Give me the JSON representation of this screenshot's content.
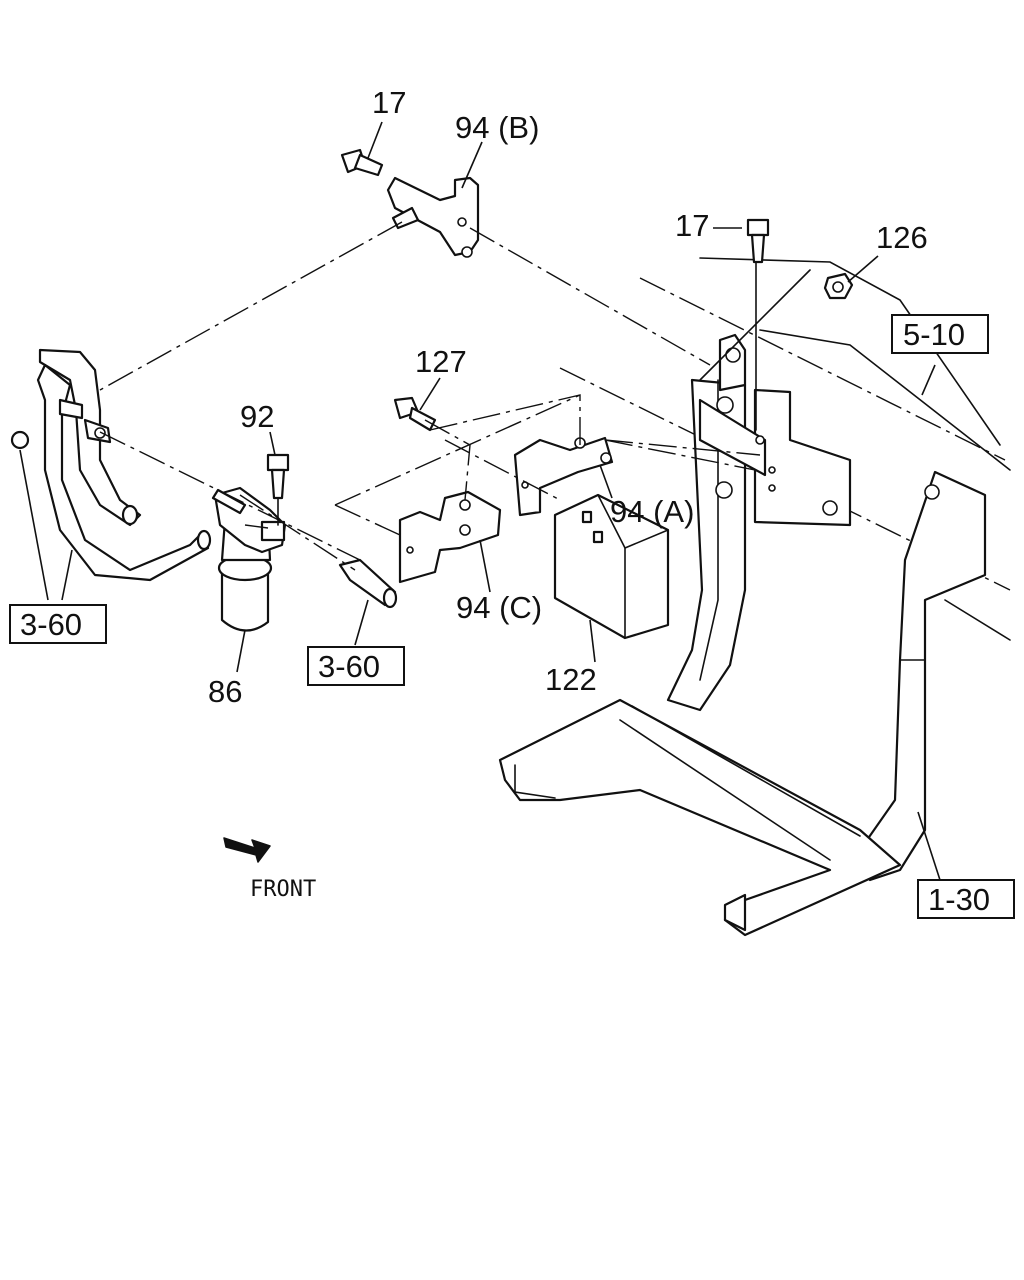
{
  "callouts": {
    "bolt_17_top": "17",
    "bracket_94b": "94 (B)",
    "bolt_17_right": "17",
    "nut_126": "126",
    "bolt_127": "127",
    "bolt_92": "92",
    "bracket_94a": "94 (A)",
    "bracket_94c": "94 (C)",
    "cover_122": "122",
    "filter_86": "86"
  },
  "references": {
    "ref_5_10": "5-10",
    "ref_3_60_left": "3-60",
    "ref_3_60_center": "3-60",
    "ref_1_30": "1-30"
  },
  "direction": {
    "front_label": "FRONT"
  }
}
